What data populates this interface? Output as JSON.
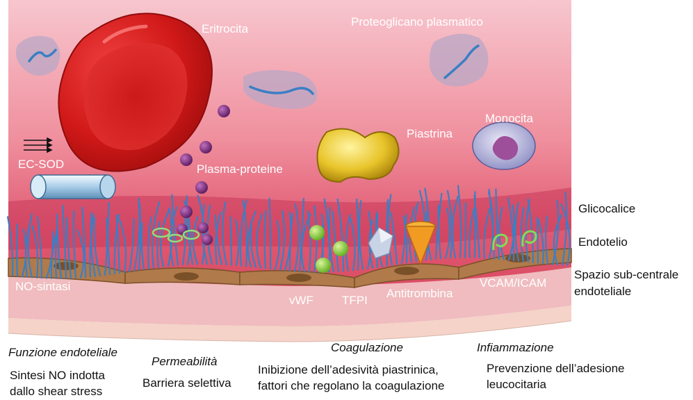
{
  "structures": {
    "erythrocyte": "Eritrocita",
    "plasma_proteoglycan": "Proteoglicano plasmatico",
    "ec_sod": "EC-SOD",
    "plasma_proteins": "Plasma-proteine",
    "platelet": "Piastrina",
    "monocyte": "Monocita"
  },
  "layers": {
    "glycocalyx": "Glicocalice",
    "endothelium": "Endotelio",
    "subendothelial_line1": "Spazio sub-centrale",
    "subendothelial_line2": "endoteliale"
  },
  "molecules": {
    "no_synthase": "NO-sintasi",
    "vwf": "vWF",
    "tfpi": "TFPI",
    "antithrombin": "Antitrombina",
    "vcam_icam": "VCAM/ICAM"
  },
  "functions": [
    {
      "title": "Funzione endoteliale",
      "line1": "Sintesi NO indotta",
      "line2": "dallo shear stress"
    },
    {
      "title": "Permeabilità",
      "line1": "Barriera selettiva",
      "line2": ""
    },
    {
      "title": "Coagulazione",
      "line1": "Inibizione dell’adesività piastrinica,",
      "line2": "fattori che regolano la coagulazione"
    },
    {
      "title": "Infiammazione",
      "line1": "Prevenzione dell’adesione",
      "line2": "leucocitaria"
    }
  ]
}
